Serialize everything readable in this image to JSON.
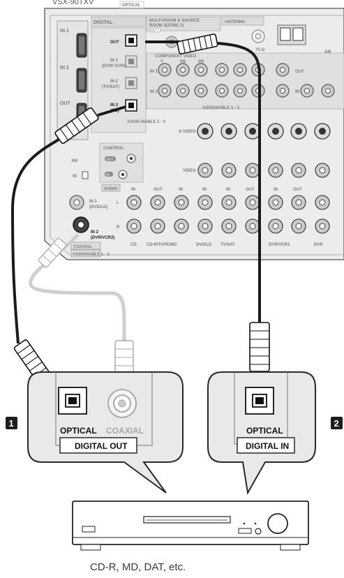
{
  "header": {
    "model_text": "VSX-90TXV"
  },
  "receiver": {
    "sections": {
      "digital": "DIGITAL",
      "optical": "OPTICAL",
      "multiroom": "MULTI-ROOM & SOURCE",
      "room2": "ROOM 2(ZONE 2)",
      "out_pill": "OUT",
      "antenna": "ANTENNA",
      "component_video": "COMPONENT VIDEO",
      "assignable_13": "ASSIGNABLE 1 - 3",
      "assignable_13_short": "ASSIG-NABLE 1 - 3",
      "s_video": "S-VIDEO",
      "video": "VIDEO",
      "control": "CONTROL",
      "control_out": "OUT",
      "control_in": "IN",
      "audio": "AUDIO",
      "xm": "XM",
      "xm_in": "IN",
      "coaxial": "COAXIAL",
      "assignable_12": "ASSIGNABLE 1 - 2",
      "am": "AM",
      "ohm": "75 Ω"
    },
    "hdmi_labels": [
      "IN 1",
      "IN 2",
      "OUT"
    ],
    "optical_jacks": [
      {
        "label": "OUT"
      },
      {
        "label": "IN 1",
        "sub": "(DVR/ VCR1)"
      },
      {
        "label": "IN 2",
        "sub": "(TV/SAT)"
      },
      {
        "label": "IN 3",
        "sub": "(CD)"
      }
    ],
    "coax_jacks": [
      {
        "label": "IN 1",
        "sub": "(DVD/LD)"
      },
      {
        "label": "IN 2",
        "sub": "(DVR/VCR2)"
      }
    ],
    "audio_in_out": [
      "IN",
      "OUT",
      "IN",
      "IN",
      "IN",
      "OUT",
      "IN",
      "OUT"
    ],
    "audio_lr": [
      "L",
      "R"
    ],
    "audio_bottom": [
      "CD",
      "CD-R/TAPE/MD",
      "DVD/LD",
      "TV/SAT",
      "DVR/VCR1",
      "DVR"
    ],
    "comp_in_labels": [
      "IN 1",
      "IN 2",
      "IN 3"
    ],
    "comp_y_pb_pr": [
      "Y",
      "PB",
      "PR"
    ],
    "comp_out": "OUT"
  },
  "panels": [
    {
      "badge": "1",
      "jacks": [
        "OPTICAL",
        "COAXIAL"
      ],
      "group_label": "DIGITAL OUT"
    },
    {
      "badge": "2",
      "jacks": [
        "OPTICAL"
      ],
      "group_label": "DIGITAL IN"
    }
  ],
  "caption": "CD-R, MD, DAT, etc.",
  "colors": {
    "cable_dark": "#1a1a1a",
    "cable_light": "#cfcfcf",
    "panel_bg": "#e9e9e9",
    "line": "#2a2a2a",
    "badge": "#1d1d1d"
  }
}
